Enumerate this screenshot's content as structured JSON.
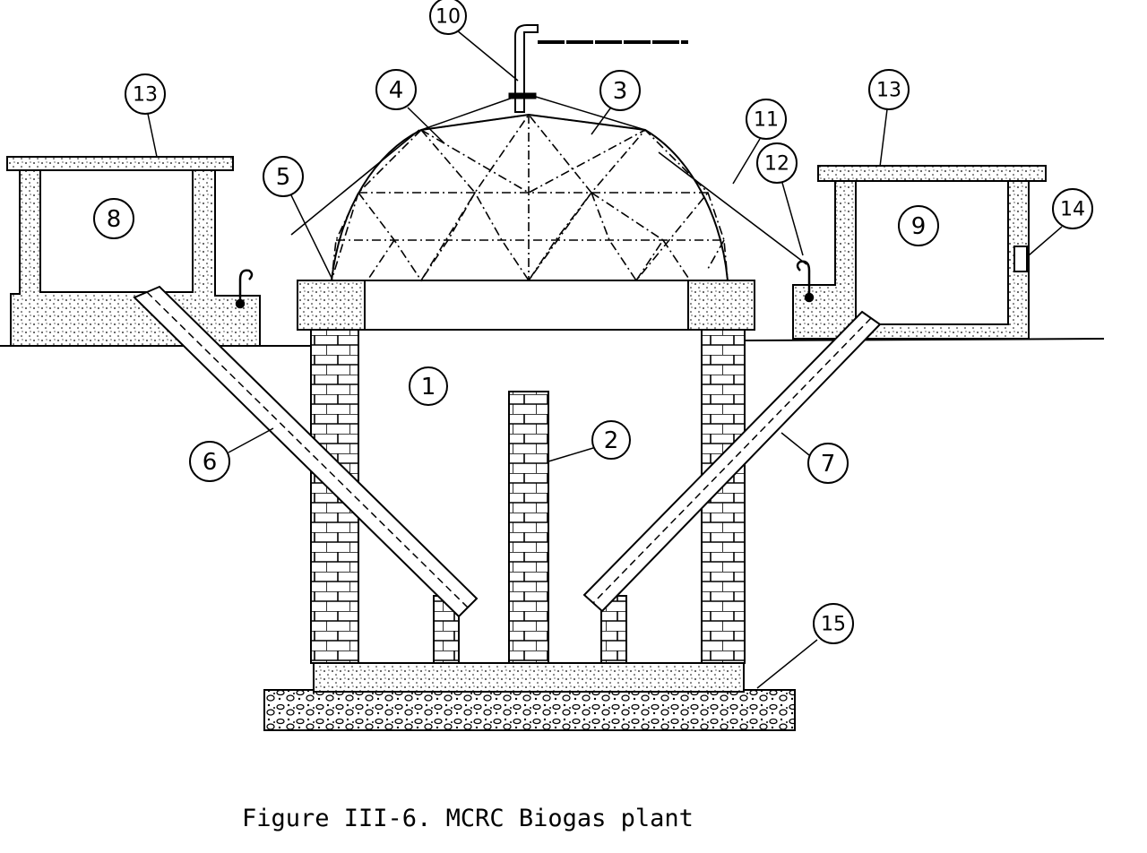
{
  "figure": {
    "caption": "Figure III-6. MCRC Biogas plant",
    "labels": [
      "1",
      "2",
      "3",
      "4",
      "5",
      "6",
      "7",
      "8",
      "9",
      "10",
      "11",
      "12",
      "13",
      "13",
      "14",
      "15"
    ]
  }
}
